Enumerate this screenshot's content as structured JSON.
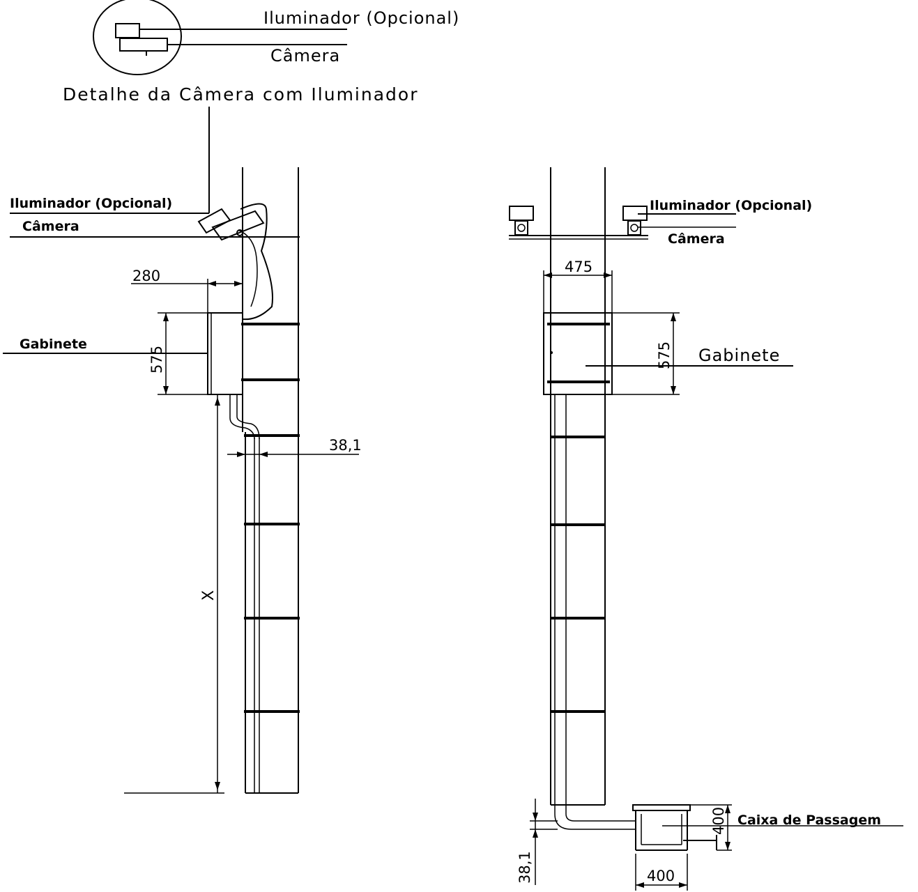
{
  "detail": {
    "illuminator_label": "Iluminador (Opcional)",
    "camera_label": "Câmera",
    "title": "Detalhe da Câmera com Iluminador"
  },
  "side_view": {
    "illuminator_label": "Iluminador (Opcional)",
    "camera_label": "Câmera",
    "offset_dim": "280",
    "cabinet_label": "Gabinete",
    "cabinet_height_dim": "575",
    "conduit_dim": "38,1",
    "height_dim": "X"
  },
  "front_view": {
    "illuminator_label": "Iluminador (Opcional)",
    "camera_label": "Câmera",
    "width_dim": "475",
    "cabinet_label": "Gabinete",
    "cabinet_height_dim": "575",
    "conduit_dim": "38,1",
    "box_label": "Caixa de Passagem",
    "box_height_dim": "400",
    "box_width_dim": "400"
  }
}
